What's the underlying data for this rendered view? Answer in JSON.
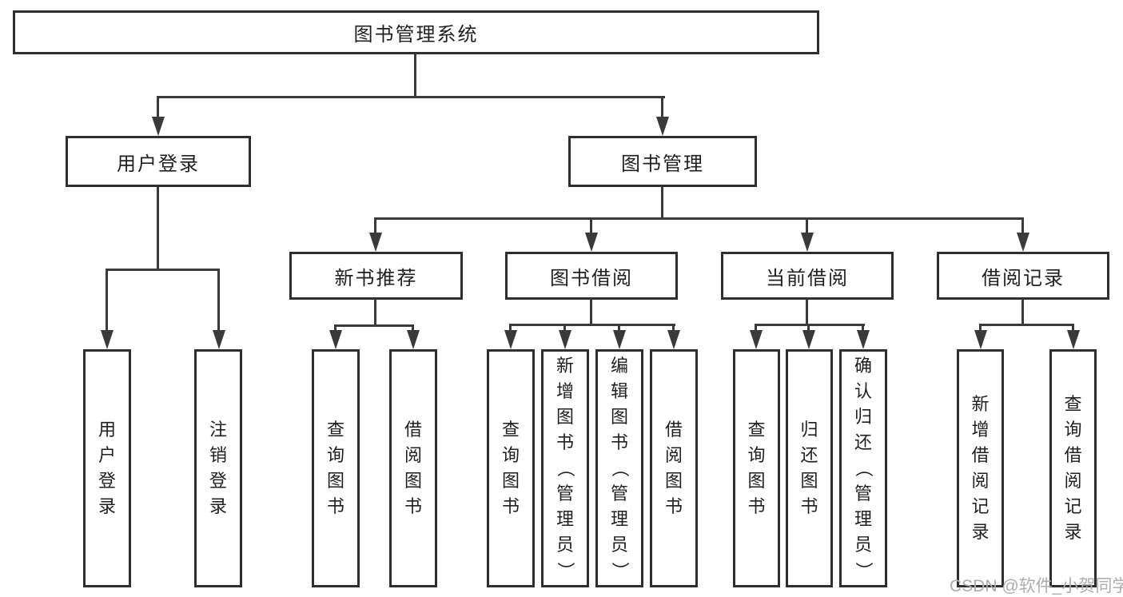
{
  "diagram": {
    "root": "图书管理系统",
    "branches": [
      {
        "label": "用户登录",
        "children": [
          {
            "label": "用户登录"
          },
          {
            "label": "注销登录"
          }
        ]
      },
      {
        "label": "图书管理",
        "children": [
          {
            "label": "新书推荐",
            "children": [
              {
                "label": "查询图书"
              },
              {
                "label": "借阅图书"
              }
            ]
          },
          {
            "label": "图书借阅",
            "children": [
              {
                "label": "查询图书"
              },
              {
                "label": "新增图书（管理员）"
              },
              {
                "label": "编辑图书（管理员）"
              },
              {
                "label": "借阅图书"
              }
            ]
          },
          {
            "label": "当前借阅",
            "children": [
              {
                "label": "查询图书"
              },
              {
                "label": "归还图书"
              },
              {
                "label": "确认归还（管理员）"
              }
            ]
          },
          {
            "label": "借阅记录",
            "children": [
              {
                "label": "新增借阅记录"
              },
              {
                "label": "查询借阅记录"
              }
            ]
          }
        ]
      }
    ]
  },
  "watermark": "CSDN @软件_小贺同学",
  "colors": {
    "line": "#3a3a3a",
    "box_border": "#2f2f2f",
    "text": "#1f1f1f",
    "watermark_text": "#abacb4",
    "background": "#ffffff"
  }
}
